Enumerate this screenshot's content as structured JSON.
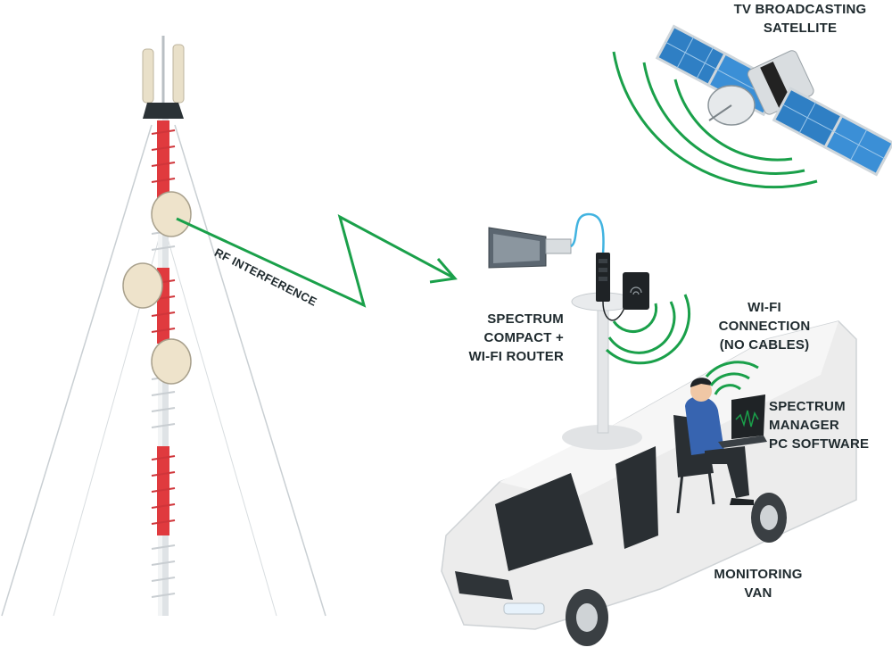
{
  "labels": {
    "satellite": [
      "TV BROADCASTING",
      "SATELLITE"
    ],
    "rf_interference": "RF INTERFERENCE",
    "spectrum_compact": [
      "SPECTRUM",
      "COMPACT +",
      "WI-FI ROUTER"
    ],
    "wifi_connection": [
      "WI-FI",
      "CONNECTION",
      "(NO CABLES)"
    ],
    "spectrum_manager": [
      "SPECTRUM",
      "MANAGER",
      "PC SOFTWARE"
    ],
    "monitoring_van": [
      "MONITORING",
      "VAN"
    ]
  },
  "colors": {
    "signal_green": "#1aa04a",
    "tower_red": "#e03a3e",
    "panel_blue": "#2f7fc4",
    "van_white": "#ececec",
    "text_dark": "#1f2a2e"
  },
  "icons": [
    "cell-tower-icon",
    "satellite-icon",
    "horn-antenna-icon",
    "spectrum-analyzer-icon",
    "wifi-router-icon",
    "laptop-icon",
    "operator-icon",
    "van-icon"
  ]
}
